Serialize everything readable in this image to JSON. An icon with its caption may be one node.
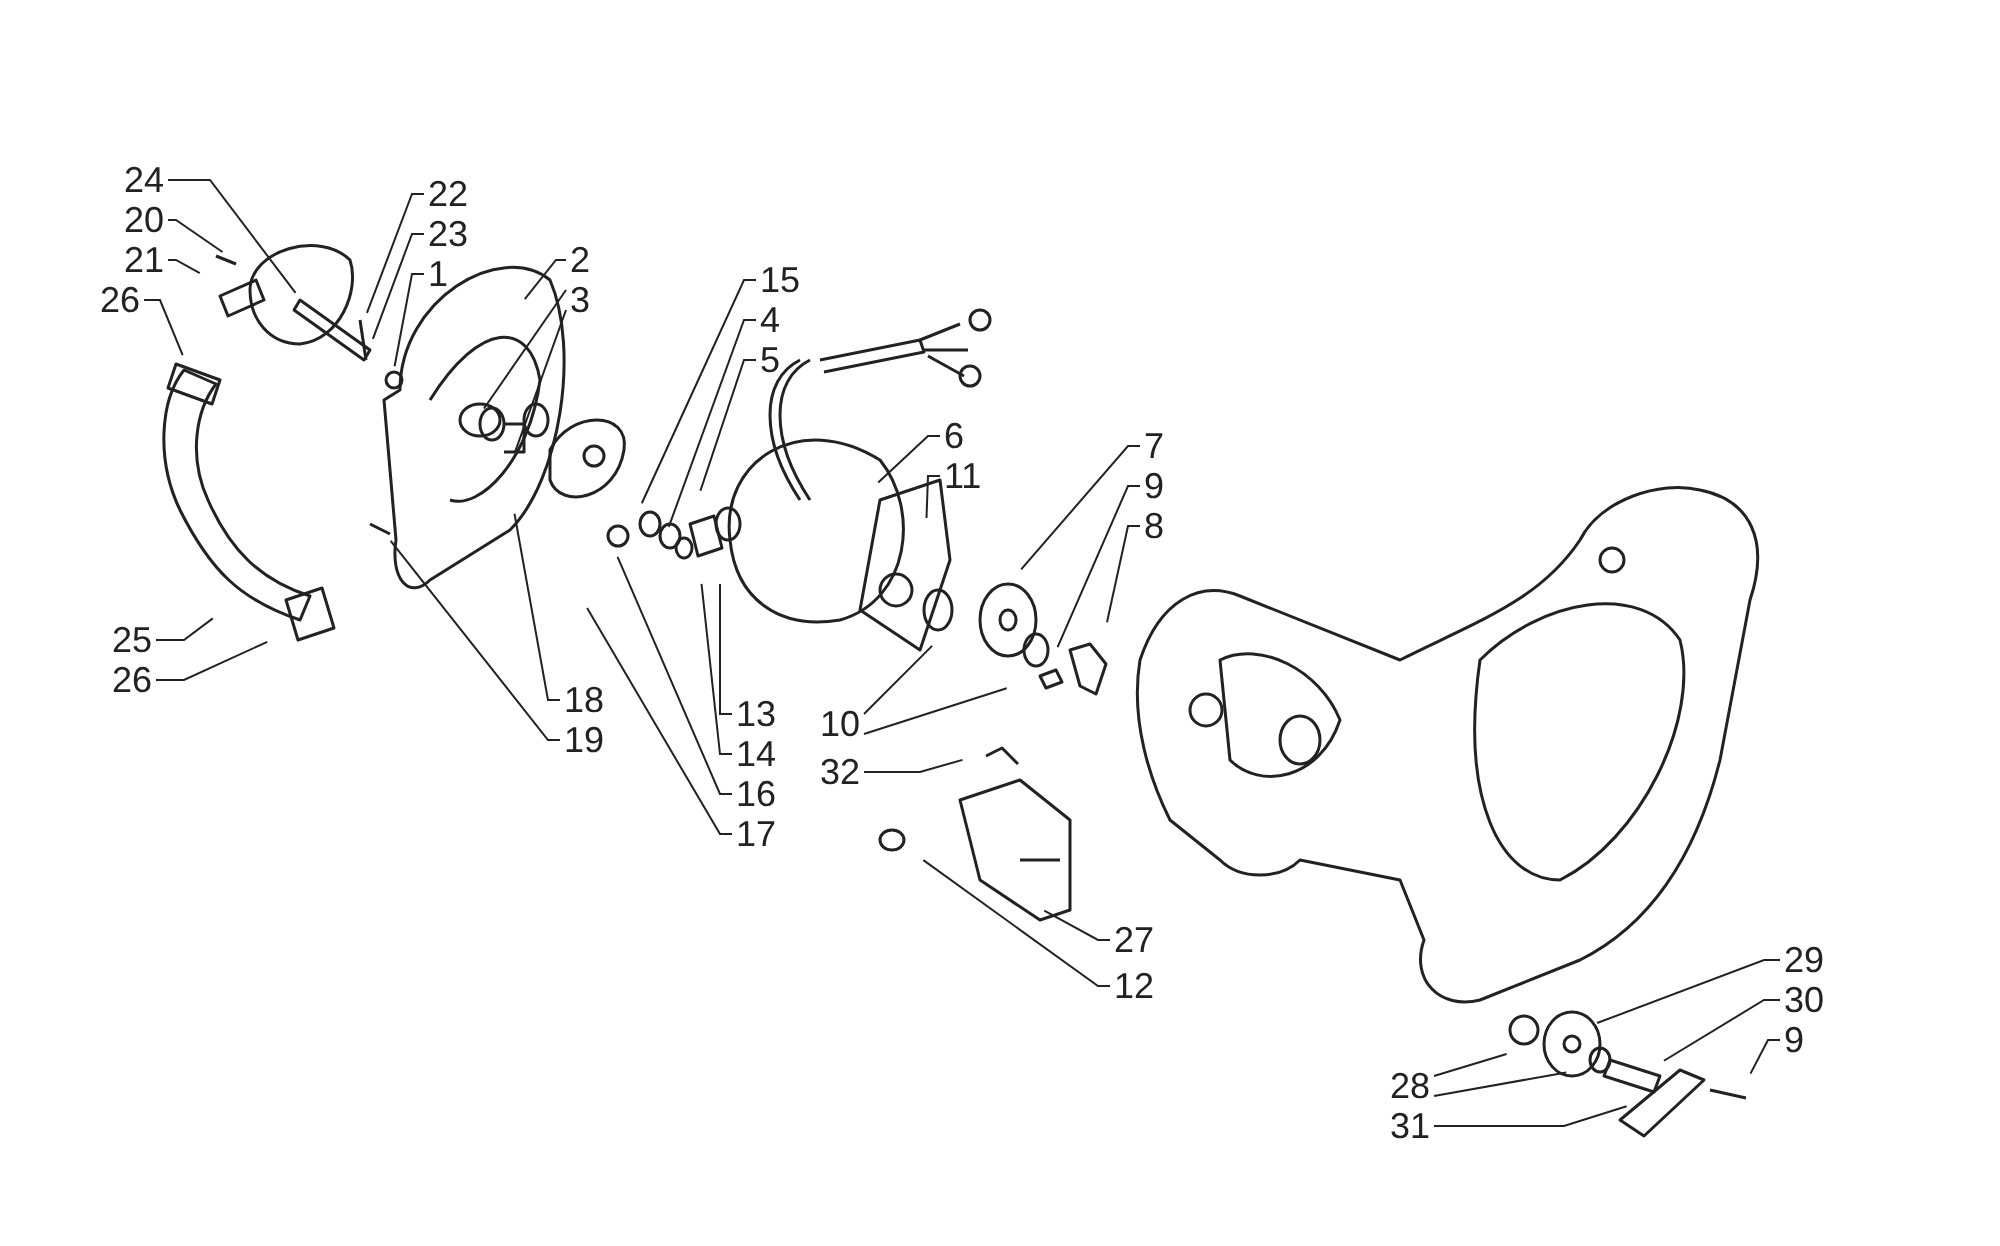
{
  "diagram": {
    "nodes": [
      {
        "text": [
          "24"
        ]
      },
      {
        "text": [
          "20"
        ]
      },
      {
        "text": [
          "21"
        ]
      },
      {
        "text": [
          "26"
        ]
      },
      {
        "text": [
          "22"
        ]
      },
      {
        "text": [
          "23"
        ]
      },
      {
        "text": [
          "1"
        ]
      },
      {
        "text": [
          "2"
        ]
      },
      {
        "text": [
          "3"
        ]
      },
      {
        "text": [
          "15"
        ]
      },
      {
        "text": [
          "4"
        ]
      },
      {
        "text": [
          "5"
        ]
      },
      {
        "text": [
          "6"
        ]
      },
      {
        "text": [
          "11"
        ]
      },
      {
        "text": [
          "7"
        ]
      },
      {
        "text": [
          "9"
        ]
      },
      {
        "text": [
          "8"
        ]
      },
      {
        "text": [
          "25"
        ]
      },
      {
        "text": [
          "26"
        ]
      },
      {
        "text": [
          "18"
        ]
      },
      {
        "text": [
          "19"
        ]
      },
      {
        "text": [
          "13"
        ]
      },
      {
        "text": [
          "14"
        ]
      },
      {
        "text": [
          "16"
        ]
      },
      {
        "text": [
          "17"
        ]
      },
      {
        "text": [
          "10"
        ]
      },
      {
        "text": [
          "32"
        ]
      },
      {
        "text": [
          "27"
        ]
      },
      {
        "text": [
          "12"
        ]
      },
      {
        "text": [
          "29"
        ]
      },
      {
        "text": [
          "30"
        ]
      },
      {
        "text": [
          "9"
        ]
      },
      {
        "text": [
          "28"
        ]
      },
      {
        "text": [
          "31"
        ]
      }
    ],
    "edges": [
      {
        "from": 0,
        "to": null,
        "arrow": "none"
      },
      {
        "from": 1,
        "to": null,
        "arrow": "none"
      },
      {
        "from": 2,
        "to": null,
        "arrow": "none"
      },
      {
        "from": 3,
        "to": null,
        "arrow": "none"
      },
      {
        "from": 4,
        "to": null,
        "arrow": "none"
      },
      {
        "from": 5,
        "to": null,
        "arrow": "none"
      },
      {
        "from": 6,
        "to": null,
        "arrow": "none"
      },
      {
        "from": 7,
        "to": null,
        "arrow": "none"
      },
      {
        "from": 8,
        "to": null,
        "arrow": "none"
      },
      {
        "from": 8,
        "to": null,
        "arrow": "none"
      },
      {
        "from": 9,
        "to": null,
        "arrow": "none"
      },
      {
        "from": 10,
        "to": null,
        "arrow": "none"
      },
      {
        "from": 11,
        "to": null,
        "arrow": "none"
      },
      {
        "from": 12,
        "to": null,
        "arrow": "none"
      },
      {
        "from": 13,
        "to": null,
        "arrow": "none"
      },
      {
        "from": 14,
        "to": null,
        "arrow": "none"
      },
      {
        "from": 15,
        "to": null,
        "arrow": "none"
      },
      {
        "from": 16,
        "to": null,
        "arrow": "none"
      },
      {
        "from": 17,
        "to": null,
        "arrow": "none"
      },
      {
        "from": 18,
        "to": null,
        "arrow": "none"
      },
      {
        "from": 19,
        "to": null,
        "arrow": "none"
      },
      {
        "from": 20,
        "to": null,
        "arrow": "none"
      },
      {
        "from": 21,
        "to": null,
        "arrow": "none"
      },
      {
        "from": 22,
        "to": null,
        "arrow": "none"
      },
      {
        "from": 23,
        "to": null,
        "arrow": "none"
      },
      {
        "from": 24,
        "to": null,
        "arrow": "none"
      },
      {
        "from": 25,
        "to": null,
        "arrow": "none"
      },
      {
        "from": 25,
        "to": null,
        "arrow": "none"
      },
      {
        "from": 26,
        "to": null,
        "arrow": "none"
      },
      {
        "from": 27,
        "to": null,
        "arrow": "none"
      },
      {
        "from": 28,
        "to": null,
        "arrow": "none"
      },
      {
        "from": 29,
        "to": null,
        "arrow": "none"
      },
      {
        "from": 30,
        "to": null,
        "arrow": "none"
      },
      {
        "from": 31,
        "to": null,
        "arrow": "none"
      },
      {
        "from": 32,
        "to": null,
        "arrow": "none"
      },
      {
        "from": 32,
        "to": null,
        "arrow": "none"
      },
      {
        "from": 33,
        "to": null,
        "arrow": "none"
      }
    ]
  }
}
